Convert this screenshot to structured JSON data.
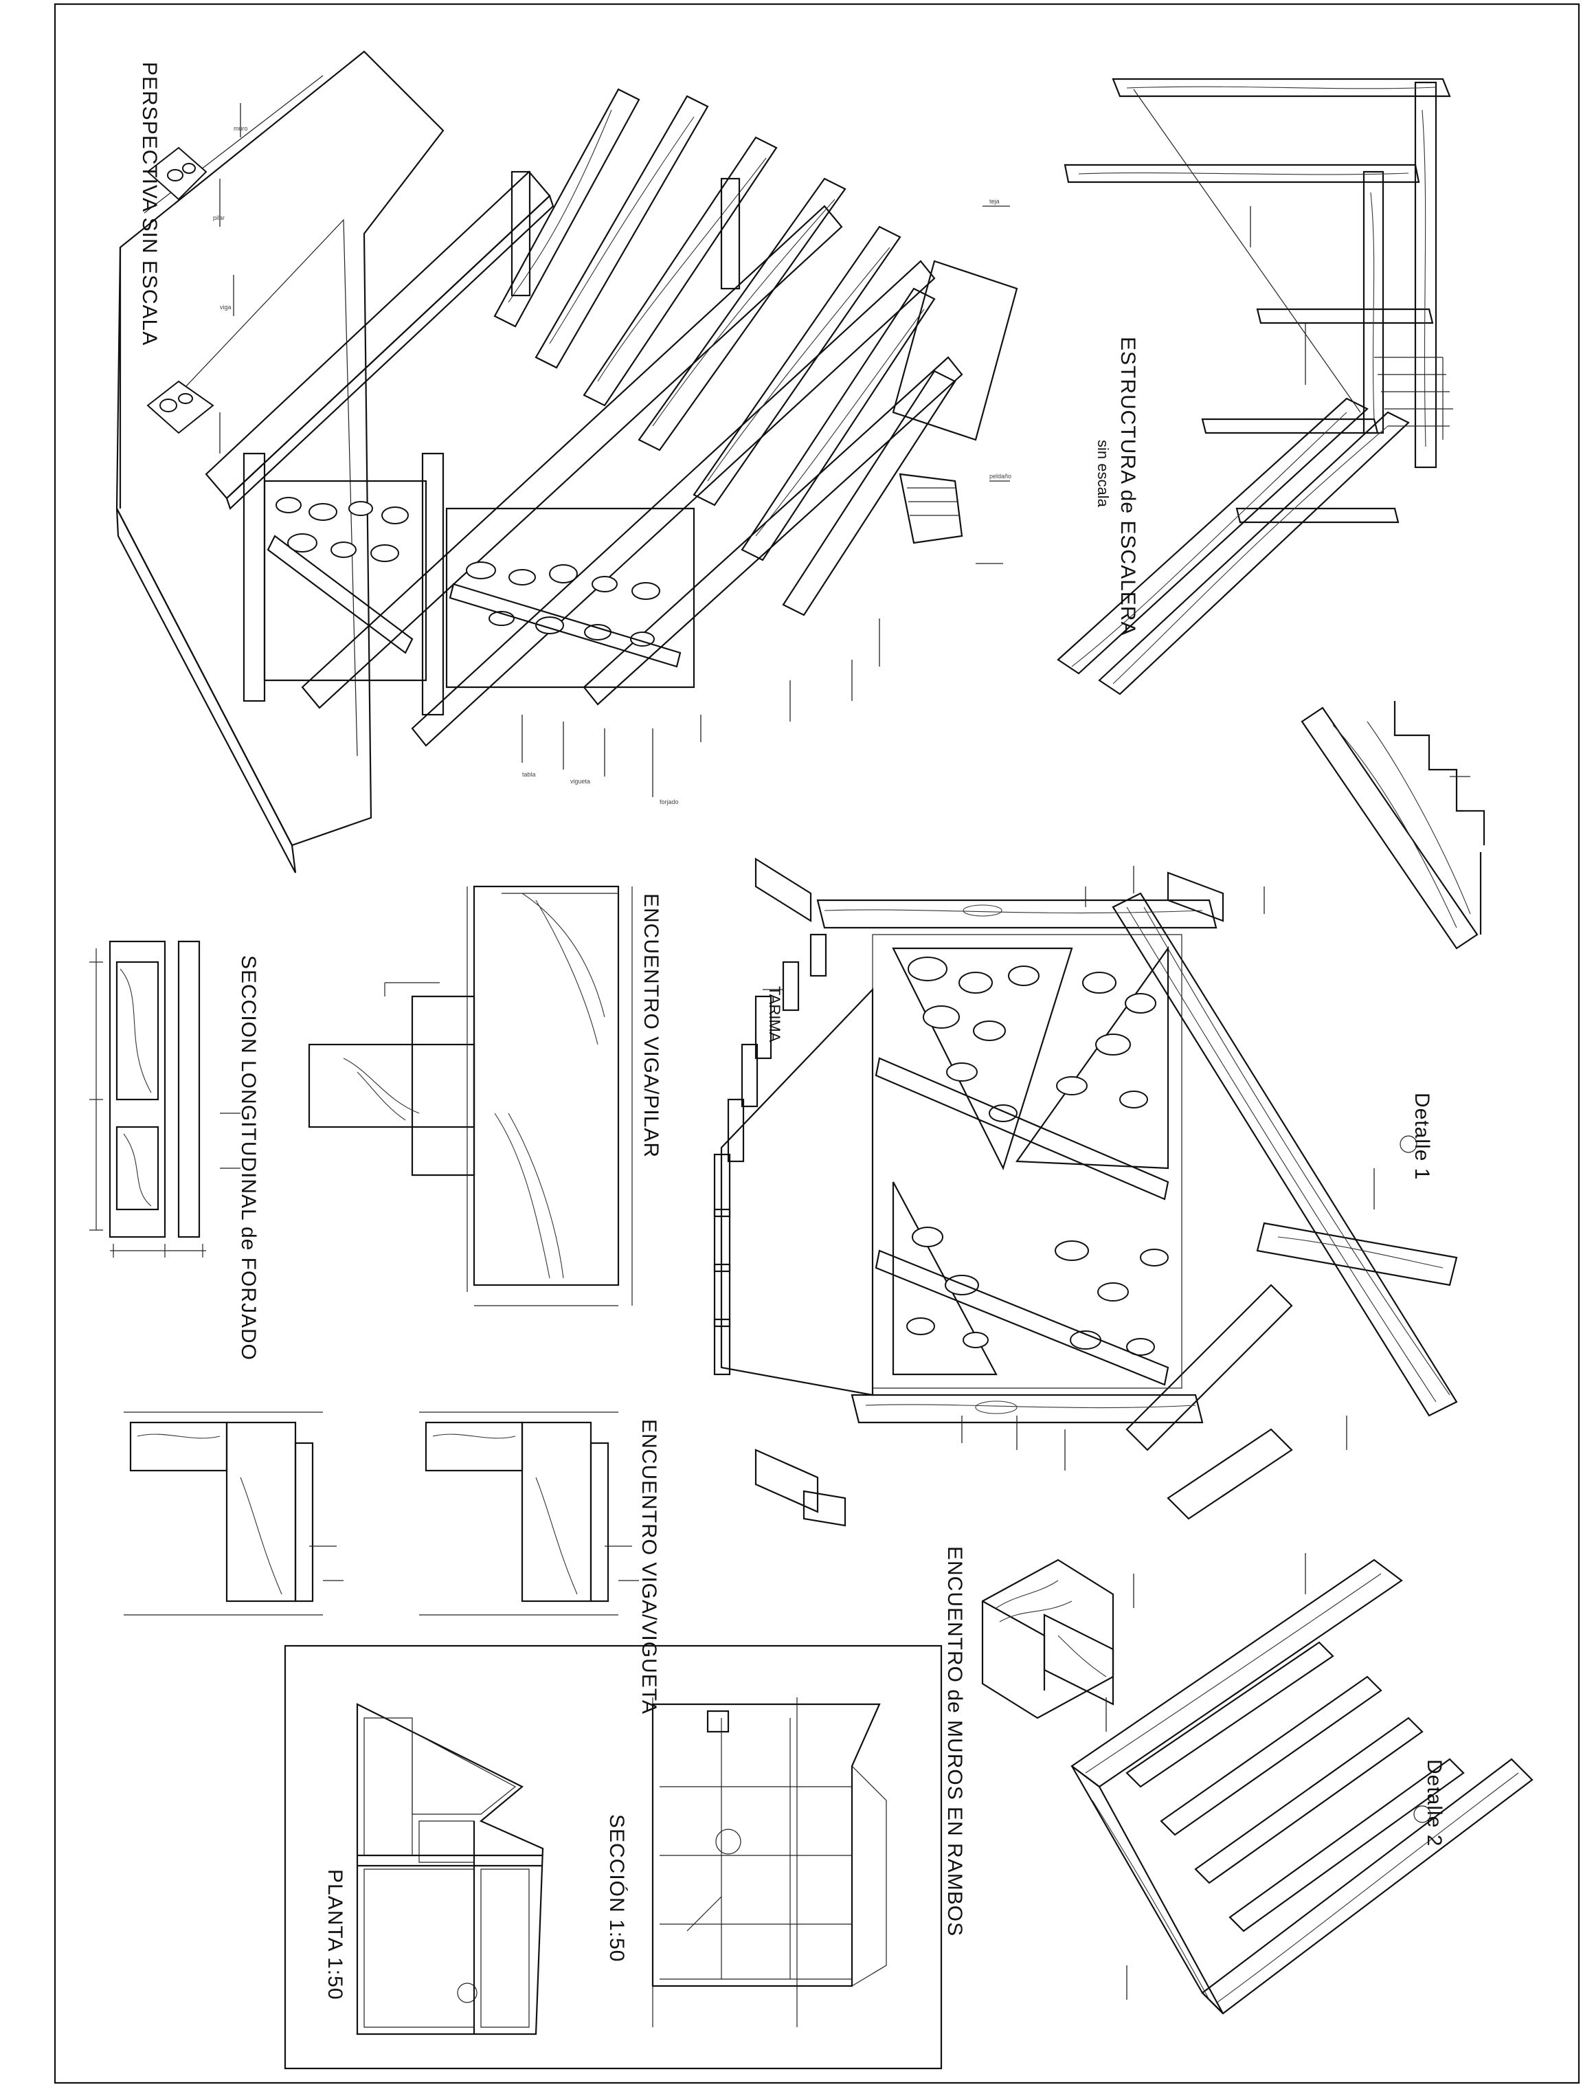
{
  "titles": {
    "perspectiva": "PERSPECTIVA SIN ESCALA",
    "estructura": "ESTRUCTURA de ESCALERA",
    "estructura_sub": "sin escala",
    "seccion_forjado": "SECCION LONGITUDINAL de FORJADO",
    "encuentro_viga_pilar": "ENCUENTRO VIGA/PILAR",
    "encuentro_viga_viga": "ENCUENTRO VIGA/VIGUETA",
    "detalle_1": "Detalle 1",
    "detalle_2": "Detalle 2",
    "tarima": "TARIMA",
    "encuentro_muros": "ENCUENTRO de MUROS EN RAMBOS",
    "seccion": "SECCIÓN 1:50",
    "planta": "PLANTA 1:50"
  }
}
